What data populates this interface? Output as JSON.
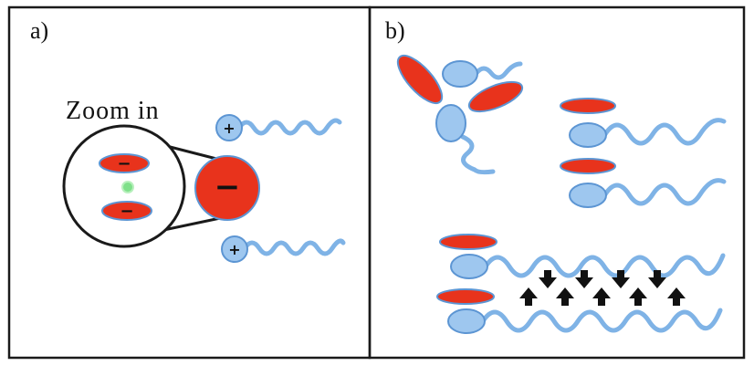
{
  "panels": [
    {
      "id": "a",
      "label": "a)"
    },
    {
      "id": "b",
      "label": "b)"
    }
  ],
  "zoom": {
    "label": "Zoom in"
  },
  "charges": {
    "plus": "+",
    "minus": "−"
  },
  "colors": {
    "background": "#ffffff",
    "frame": "#1a1a1a",
    "surfactant_head": "#9ec7ef",
    "surfactant_tail": "#7fb3e6",
    "head_outline": "#5c95d3",
    "anion": "#e8331c",
    "center_dot": "#7fe08a",
    "arrow": "#111111"
  }
}
